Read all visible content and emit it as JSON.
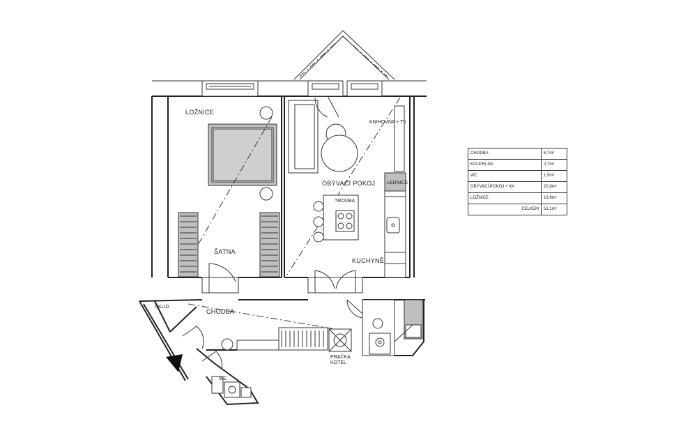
{
  "rooms": {
    "loznice": "LOŽNICE",
    "satna": "ŠATNA",
    "obyvaci": "OBÝVACÍ POKOJ",
    "knihovna": "KNIHOVNA + TV",
    "lednice": "LEDNICE",
    "trouba": "TROUBA",
    "kuchyne": "KUCHYNĚ",
    "uklid": "ÚKLID",
    "chodba": "CHODBA",
    "pracka": "PRAČKA",
    "kotel": "KOTEL",
    "wc": "WC"
  },
  "area_table": [
    {
      "name": "CHODBA",
      "value": "6,7m²"
    },
    {
      "name": "KOUPELNA",
      "value": "2,7m²"
    },
    {
      "name": "WC",
      "value": "1,9m²"
    },
    {
      "name": "OBÝVACÍ POKOJ + KK",
      "value": "20,8m²"
    },
    {
      "name": "LOŽNICE",
      "value": "19,9m²"
    }
  ],
  "total": {
    "label": "CELKEM",
    "value": "51,1m²"
  }
}
